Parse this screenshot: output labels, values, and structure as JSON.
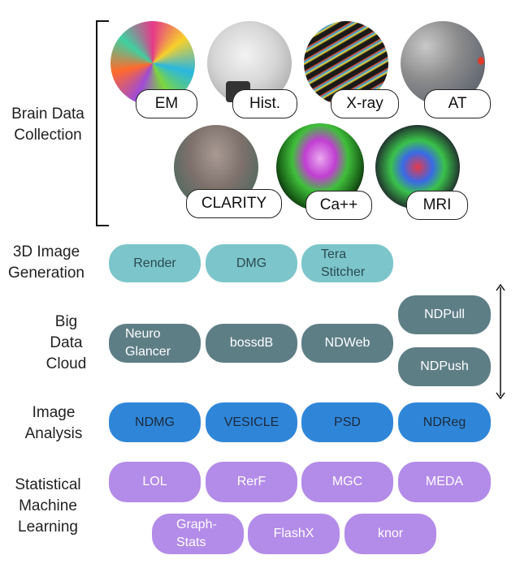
{
  "collection": {
    "label": "Brain Data\nCollection",
    "modalities": [
      {
        "name": "EM"
      },
      {
        "name": "Hist."
      },
      {
        "name": "X-ray"
      },
      {
        "name": "AT"
      },
      {
        "name": "CLARITY"
      },
      {
        "name": "Ca++"
      },
      {
        "name": "MRI"
      }
    ]
  },
  "rows": [
    {
      "label": "3D Image\nGeneration",
      "color": "#7cc6cb",
      "items": [
        "Render",
        "DMG",
        "Tera\nStitcher"
      ]
    },
    {
      "label": "Big\nData\nCloud",
      "color": "#5e7e86",
      "items": [
        "Neuro\nGlancer",
        "bossdB",
        "NDWeb",
        "NDPull",
        "NDPush"
      ]
    },
    {
      "label": "Image\nAnalysis",
      "color": "#2f86d9",
      "items": [
        "NDMG",
        "VESICLE",
        "PSD",
        "NDReg"
      ]
    },
    {
      "label": "Statistical\nMachine\nLearning",
      "color": "#b38be8",
      "items": [
        "LOL",
        "RerF",
        "MGC",
        "MEDA",
        "Graph-\nStats",
        "FlashX",
        "knor"
      ]
    }
  ]
}
